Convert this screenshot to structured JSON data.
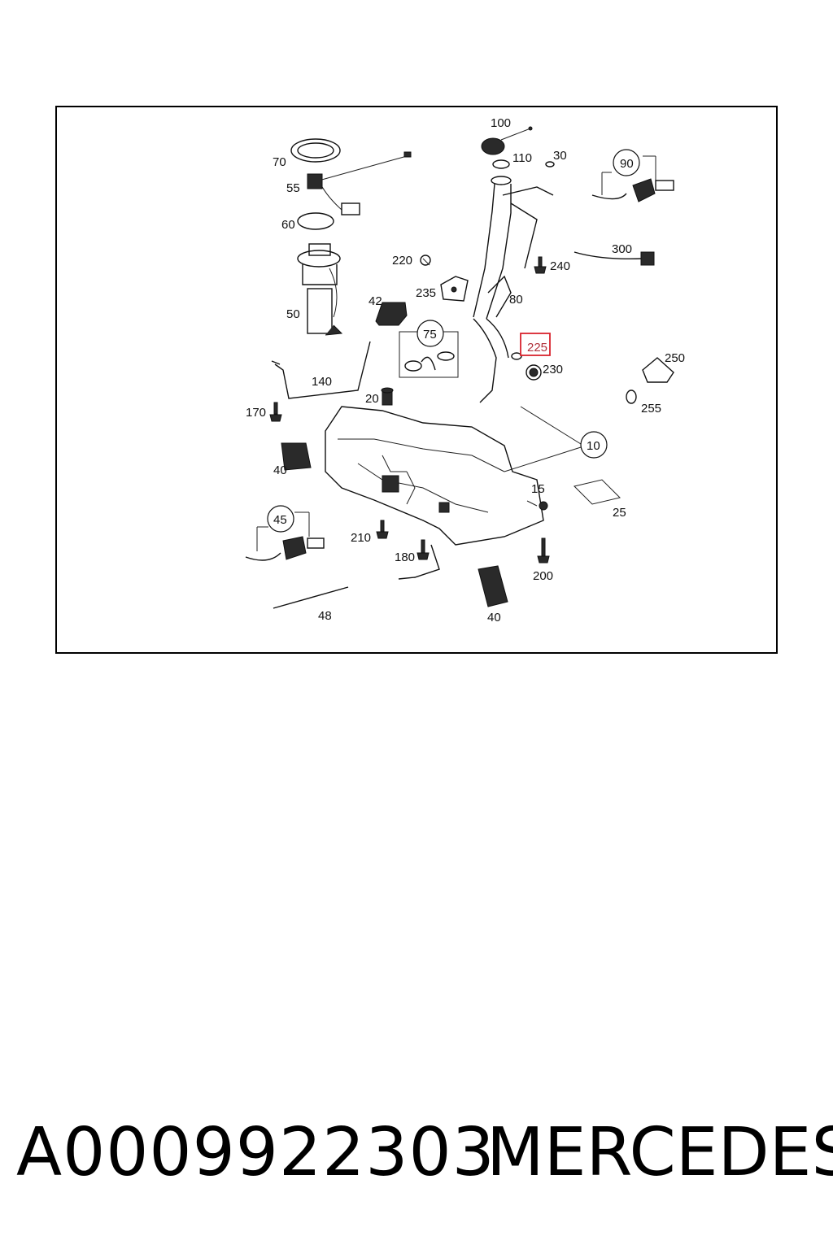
{
  "callouts": {
    "c100": "100",
    "c110": "110",
    "c30": "30",
    "c90": "90",
    "c70": "70",
    "c55": "55",
    "c60": "60",
    "c220": "220",
    "c240": "240",
    "c300": "300",
    "c235": "235",
    "c80": "80",
    "c50": "50",
    "c42": "42",
    "c75": "75",
    "c225": "225",
    "c230": "230",
    "c250": "250",
    "c140": "140",
    "c20": "20",
    "c255": "255",
    "c170": "170",
    "c10": "10",
    "c40a": "40",
    "c15": "15",
    "c25": "25",
    "c45": "45",
    "c210": "210",
    "c180": "180",
    "c200": "200",
    "c48": "48",
    "c40b": "40"
  },
  "highlight_color": "#d9232d",
  "caption": {
    "part_number": "A0009922303",
    "brand": "MERCEDES"
  }
}
